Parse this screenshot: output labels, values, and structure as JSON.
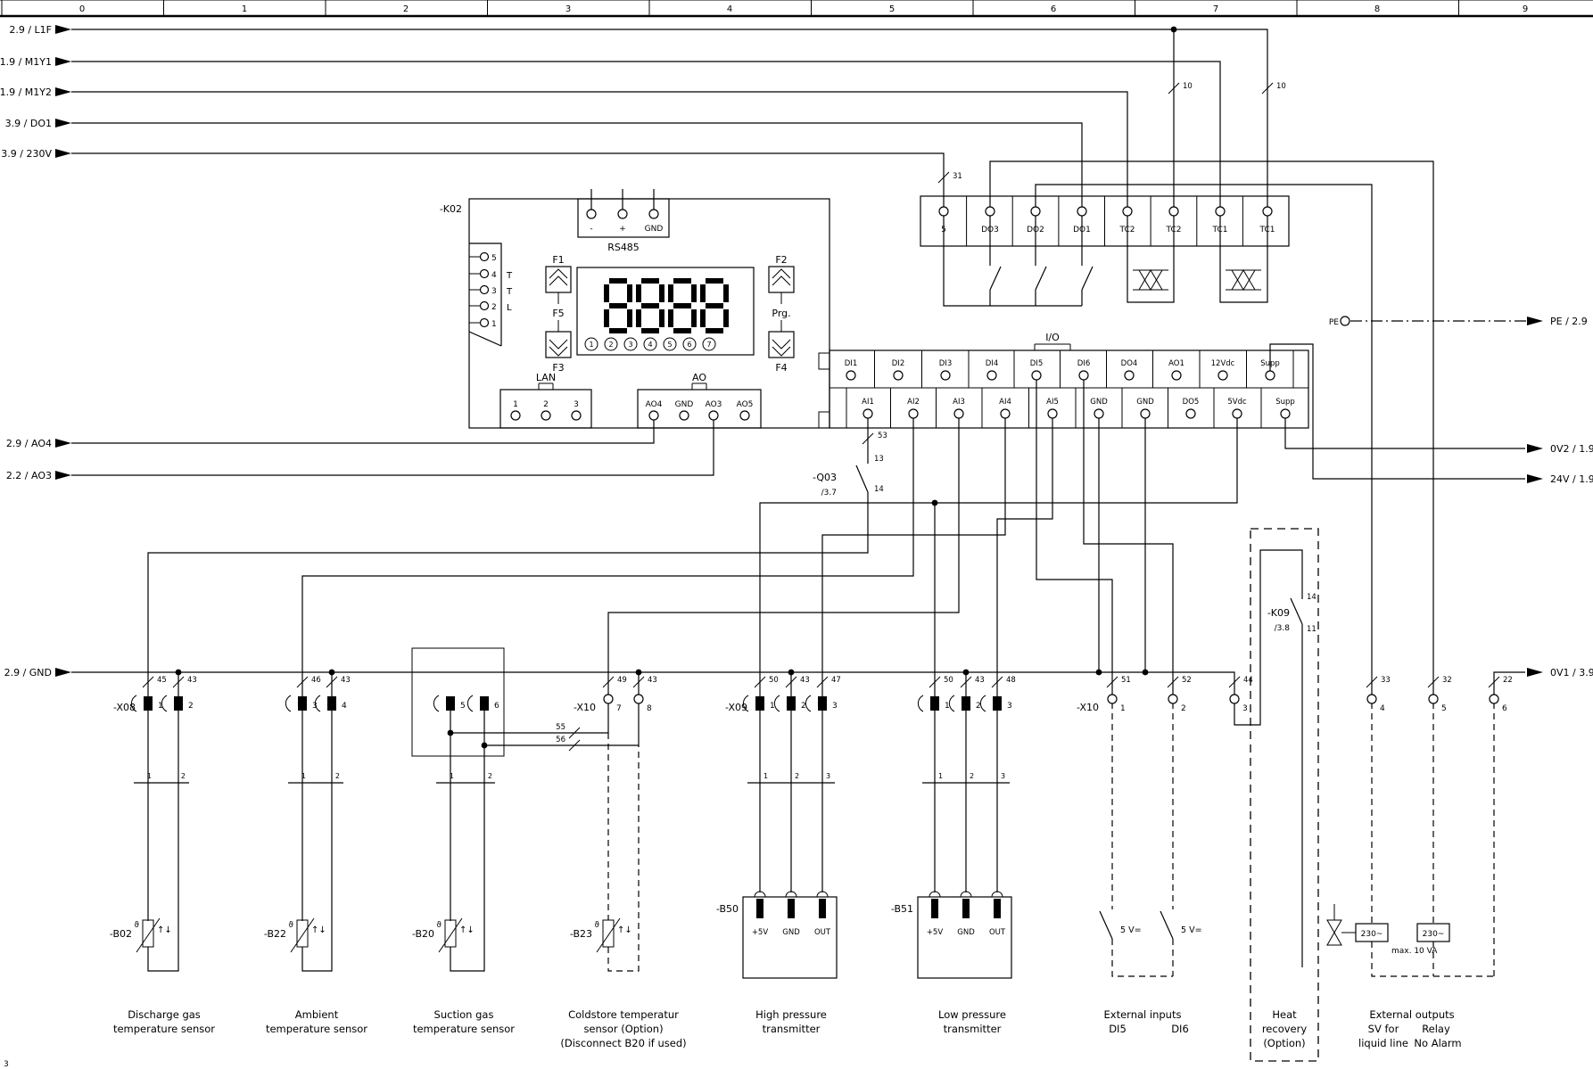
{
  "ruler": [
    "0",
    "1",
    "2",
    "3",
    "4",
    "5",
    "6",
    "7",
    "8",
    "9"
  ],
  "footer": "3",
  "refs_left": [
    "2.9 / L1F",
    "1.9 / M1Y1",
    "1.9 / M1Y2",
    "3.9 / DO1",
    "3.9 / 230V",
    "2.9 / AO4",
    "2.2 / AO3",
    "2.9 / GND"
  ],
  "refs_right": [
    "PE / 2.9",
    "0V2 / 1.9",
    "24V / 1.9",
    "0V1 / 3.9"
  ],
  "pe_label": "PE",
  "k02": {
    "label": "-K02",
    "rs485": "RS485",
    "rs485_t": [
      "-",
      "+",
      "GND"
    ],
    "conn_pins": [
      "5",
      "4",
      "3",
      "2",
      "1"
    ],
    "conn_letters": [
      "T",
      "T",
      "L"
    ],
    "f1": "F1",
    "f2": "F2",
    "f3": "F3",
    "f4": "F4",
    "f5": "F5",
    "prg": "Prg.",
    "disp": [
      "1",
      "2",
      "3",
      "4",
      "5",
      "6",
      "7"
    ],
    "lan": "LAN",
    "lan_t": [
      "1",
      "2",
      "3"
    ],
    "ao": "AO",
    "ao_t": [
      "AO4",
      "GND",
      "AO3",
      "AO5"
    ],
    "io": "I/O",
    "io_top": [
      "DI1",
      "DI2",
      "DI3",
      "DI4",
      "DI5",
      "DI6",
      "DO4",
      "AO1",
      "12Vdc",
      "Supp"
    ],
    "io_bot": [
      "AI1",
      "AI2",
      "AI3",
      "AI4",
      "AI5",
      "GND",
      "GND",
      "DO5",
      "5Vdc",
      "Supp"
    ],
    "relay": [
      "5",
      "DO3",
      "DO2",
      "DO1",
      "TC2",
      "TC2",
      "TC1",
      "TC1"
    ]
  },
  "marks": {
    "m10": "10",
    "m31": "31",
    "m53": "53",
    "m13": "13",
    "m14": "14",
    "m11": "11",
    "m45": "45",
    "m43": "43",
    "m46": "46",
    "m49": "49",
    "m55": "55",
    "m56": "56",
    "m50": "50",
    "m47": "47",
    "m48": "48",
    "m51": "51",
    "m52": "52",
    "m44": "44",
    "m33": "33",
    "m32": "32",
    "m22": "22"
  },
  "dev": {
    "q03": "-Q03",
    "q03_page": "/3.7",
    "k09": "-K09",
    "k09_page": "/3.8",
    "x08": "-X08",
    "x09": "-X09",
    "x10": "-X10",
    "b02": "-B02",
    "b22": "-B22",
    "b20": "-B20",
    "b23": "-B23",
    "b50": "-B50",
    "b51": "-B51",
    "theta": "ϑ",
    "arrows": "↑↓",
    "tn": [
      "1",
      "2",
      "3",
      "4",
      "5",
      "6",
      "7",
      "8"
    ],
    "plus5": "+5V",
    "gnd": "GND",
    "out": "OUT",
    "v230": "230~",
    "maxva": "max. 10 VA",
    "sw5": "5 V="
  },
  "cap": {
    "b02": [
      "Discharge gas",
      "temperature sensor"
    ],
    "b22": [
      "Ambient",
      "temperature sensor"
    ],
    "b20": [
      "Suction gas",
      "temperature sensor"
    ],
    "b23": [
      "Coldstore temperatur",
      "sensor (Option)",
      "(Disconnect B20 if used)"
    ],
    "b50": [
      "High pressure",
      "transmitter"
    ],
    "b51": [
      "Low pressure",
      "transmitter"
    ],
    "ei": [
      "External inputs",
      "DI5",
      "DI6"
    ],
    "hr": [
      "Heat",
      "recovery",
      "(Option)"
    ],
    "eo": [
      "External outputs",
      "SV for",
      "Relay",
      "liquid line",
      "No Alarm"
    ]
  }
}
